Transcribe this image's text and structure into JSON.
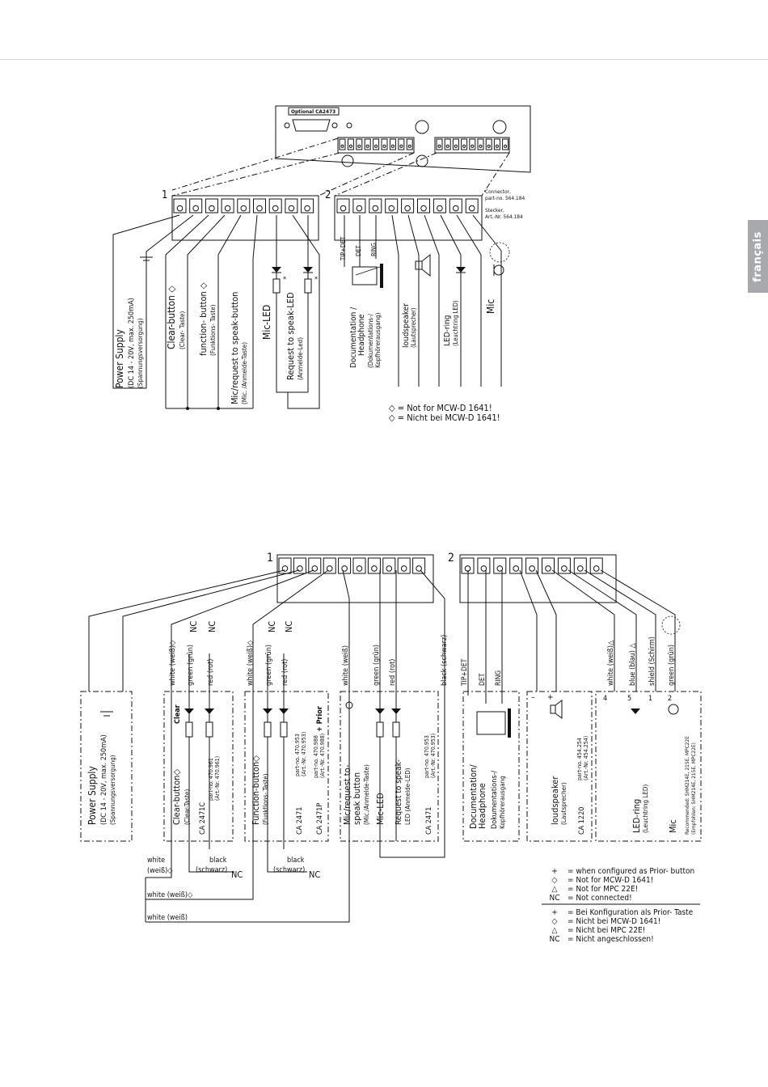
{
  "page": {
    "language_tab": "français"
  },
  "top": {
    "panel_label": "Optional CA2473",
    "connector1_number": "1",
    "connector2_number": "2",
    "connector_label": [
      "Connector,",
      "part-no. 564.184",
      "Stecker,",
      "Art.-Nr. 564.184"
    ],
    "labels": {
      "power": [
        "Power  Supply",
        "(DC 14 - 20V, max. 250mA)",
        "(Spannungsversorgung)"
      ],
      "clear": [
        "Clear-button ◇",
        "(Clear- Taste)"
      ],
      "function": [
        "function- button ◇",
        "(Funktions- Taste)"
      ],
      "mic_request": [
        "Mic/request to speak-button",
        "(Mic. /Anmelde-Taste)"
      ],
      "mic_led": [
        "Mic-LED"
      ],
      "request_led": [
        "Request to speak-LED",
        "(Anmelde-Led)"
      ],
      "documentation": [
        "Documentation /",
        "Headphone",
        "(Dokumentations-/",
        "Kopfhörerausgang)"
      ],
      "loudspeaker": [
        "loudspeaker",
        "(Lautsprecher)"
      ],
      "led_ring": [
        "LED-ring",
        "(Leuchtring LED)"
      ],
      "mic": [
        "Mic"
      ],
      "tip_det": "TIP+DET",
      "det": "DET",
      "ring": "RING",
      "star": "*"
    },
    "legend": [
      "◇ = Not for MCW-D 1641!",
      "◇ = Nicht bei MCW-D 1641!"
    ]
  },
  "bottom": {
    "connector1_number": "1",
    "connector2_number": "2",
    "blocks": {
      "power": [
        "Power Supply",
        "(DC 14 - 20V, max. 250mA)",
        "(Spannungsversorgung)"
      ],
      "clear": [
        "Clear-button◇",
        "(Clear-Taste)",
        "CA 2471C",
        "part-no. 470.961",
        "(Art.-Nr. 470.961)",
        "Clear"
      ],
      "function": [
        "Function-button◇",
        "(Funktions- Taste)",
        "CA 2471",
        "CA 2471P",
        "part-no. 470.953",
        "(Art.-Nr. 470.953)",
        "part-no. 470.988",
        "(Art.-Nr. 470.988)",
        "+ Prior"
      ],
      "mic_request": [
        "Mic/request to-",
        "speak button",
        "(Mic./Anmelde-Taste)",
        "Mic-LED",
        "Request to speak-",
        "LED (Anmelde-LED)",
        "CA 2471",
        "part-no. 470.953",
        "(Art.-Nr. 470.953)"
      ],
      "documentation": [
        "Documentation/",
        "Headphone",
        "Dokumentations-/",
        "Kopfhörerausgang"
      ],
      "loudspeaker": [
        "loudspeaker",
        "(Lautsprecher)",
        "CA 1220",
        "part-no. 454.254",
        "(Art.-Nr. 454.254)"
      ],
      "led_ring": [
        "LED-ring",
        "(Leuchtring LED)"
      ],
      "mic": [
        "Mic"
      ],
      "recommended": [
        "Recommended: SHM214E, 215E, MPC22E",
        "(Empfohlen: SHM214E, 215E, MPC22E)"
      ]
    },
    "wires": {
      "white_diamond": "white (weiß)◇",
      "green": "green (grün)",
      "red": "red (rot)",
      "nc": "NC",
      "white": "white (weiß)",
      "black": "black (schwarz)",
      "tip_det": "TIP+DET",
      "det": "DET",
      "ring": "RING",
      "blue": "blue (blau)",
      "shield": "shield (Schirm)",
      "white_tri": "white (weiß)△",
      "blue_tri": "blue (blau) △",
      "pin_minus": "–",
      "pin_plus": "+",
      "pin4": "4",
      "pin5": "5",
      "pin1": "1",
      "pin2": "2"
    },
    "lower_labels": {
      "white_left": [
        "white",
        "(weiß)◇"
      ],
      "black_left": [
        "black",
        "(schwarz)",
        "NC"
      ],
      "black_mid": [
        "black",
        "(schwarz)",
        "NC"
      ],
      "white_diamond_row": "white (weiß)◇",
      "white_row": "white (weiß)"
    },
    "legend_en": [
      [
        "+",
        "=  when configured as Prior- button"
      ],
      [
        "◇",
        "=  Not for MCW-D 1641!"
      ],
      [
        "△",
        "=  Not for MPC 22E!"
      ],
      [
        "NC",
        "=  Not connected!"
      ]
    ],
    "legend_de": [
      [
        "+",
        "=  Bei Konfiguration als Prior- Taste"
      ],
      [
        "◇",
        "=  Nicht bei MCW-D 1641!"
      ],
      [
        "△",
        "=  Nicht bei MPC 22E!"
      ],
      [
        "NC",
        "=  Nicht angeschlossen!"
      ]
    ]
  }
}
